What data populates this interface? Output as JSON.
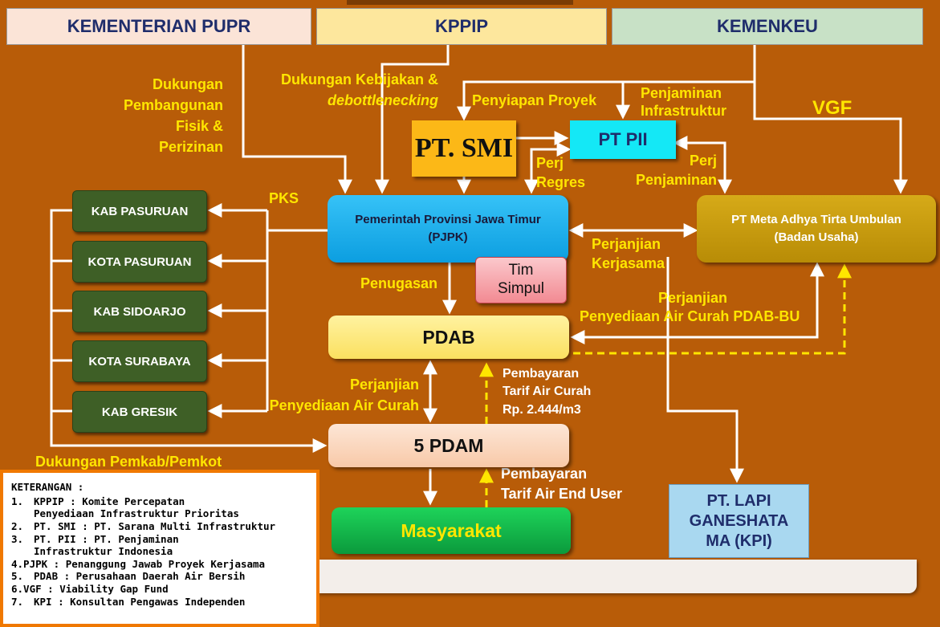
{
  "headers": {
    "pupr": "KEMENTERIAN PUPR",
    "kppip": "KPPIP",
    "kemenkeu": "KEMENKEU"
  },
  "labels": {
    "dukungan_pembangunan": [
      "Dukungan",
      "Pembangunan",
      "Fisik &",
      "Perizinan"
    ],
    "dukungan_kebijakan": "Dukungan Kebijakan &",
    "debottlenecking": "debottlenecking",
    "penyiapan_proyek": "Penyiapan Proyek",
    "penjaminan_infra": [
      "Penjaminan",
      "Infrastruktur"
    ],
    "vgf": "VGF",
    "pks": "PKS",
    "perj_regres": [
      "Perj",
      "Regres"
    ],
    "perj_penjaminan": [
      "Perj",
      "Penjaminan"
    ],
    "perjanjian_kerjasama": [
      "Perjanjian",
      "Kerjasama"
    ],
    "penugasan": "Penugasan",
    "perjanjian_penyediaan_bu": [
      "Perjanjian",
      "Penyediaan Air Curah PDAB-BU"
    ],
    "perjanjian_penyediaan": [
      "Perjanjian",
      "Penyediaan Air Curah"
    ],
    "pembayaran_tarif_curah": [
      "Pembayaran",
      "Tarif Air Curah",
      "Rp. 2.444/m3"
    ],
    "pembayaran_end_user": [
      "Pembayaran",
      "Tarif Air End User"
    ],
    "dukungan_pemkab": "Dukungan Pemkab/Pemkot"
  },
  "nodes": {
    "smi": "PT. SMI",
    "pii": "PT PII",
    "pjpk": [
      "Pemerintah Provinsi Jawa Timur",
      "(PJPK)"
    ],
    "tim_simpul": [
      "Tim",
      "Simpul"
    ],
    "badan_usaha": [
      "PT Meta Adhya Tirta Umbulan",
      "(Badan Usaha)"
    ],
    "pdab": "PDAB",
    "pdam": "5 PDAM",
    "masyarakat": "Masyarakat",
    "kpi": [
      "PT. LAPI",
      "GANESHATA",
      "MA (KPI)"
    ]
  },
  "kabupaten": [
    "KAB PASURUAN",
    "KOTA PASURUAN",
    "KAB SIDOARJO",
    "KOTA SURABAYA",
    "KAB GRESIK"
  ],
  "legend": {
    "title": "KETERANGAN :",
    "items": [
      {
        "num": "1.",
        "text": "KPPIP : Komite Percepatan",
        "cont": "Penyediaan Infrastruktur Prioritas"
      },
      {
        "num": "2.",
        "text": "PT. SMI : PT. Sarana Multi Infrastruktur",
        "cont": ""
      },
      {
        "num": "3.",
        "text": "PT. PII : PT. Penjaminan",
        "cont": "Infrastruktur Indonesia"
      },
      {
        "num": "",
        "text": "4.PJPK : Penanggung Jawab Proyek Kerjasama",
        "cont": ""
      },
      {
        "num": "5.",
        "text": "PDAB : Perusahaan Daerah Air Bersih",
        "cont": ""
      },
      {
        "num": "",
        "text": "6.VGF : Viability Gap Fund",
        "cont": ""
      },
      {
        "num": "7.",
        "text": "KPI : Konsultan Pengawas Independen",
        "cont": ""
      }
    ]
  },
  "colors": {
    "background": "#b85c08",
    "label_yellow": "#ffe600",
    "pjpk_blue": "#1ab4f0",
    "kab_green": "#3e5f26",
    "legend_border": "#f07800"
  }
}
